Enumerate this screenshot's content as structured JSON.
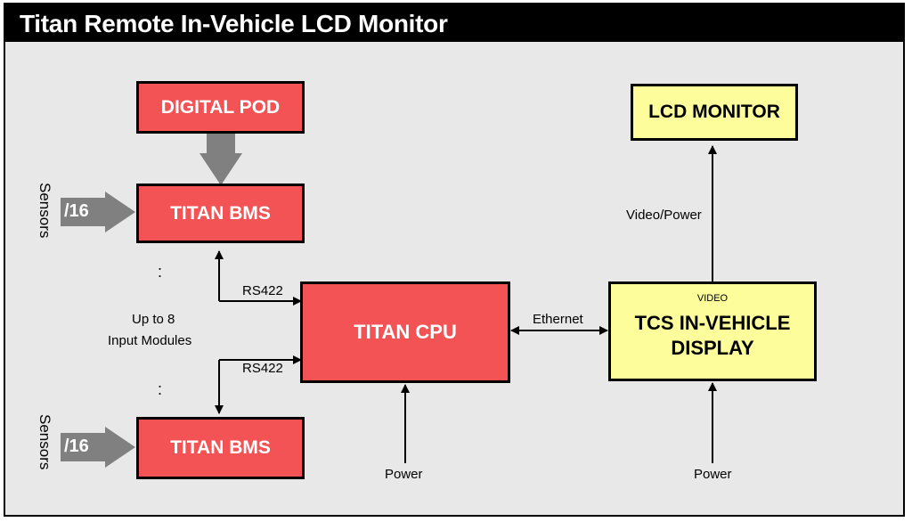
{
  "title": "Titan Remote In-Vehicle LCD Monitor",
  "blocks": {
    "digital_pod": "DIGITAL POD",
    "bms_top": "TITAN BMS",
    "bms_bottom": "TITAN BMS",
    "cpu": "TITAN CPU",
    "display_line1": "TCS IN-VEHICLE",
    "display_line2": "DISPLAY",
    "display_tag": "VIDEO",
    "lcd": "LCD MONITOR"
  },
  "labels": {
    "sensors_top": "Sensors",
    "sensors_bottom": "Sensors",
    "input_count_top": "/16",
    "input_count_bottom": "/16",
    "rs422_top": "RS422",
    "rs422_bottom": "RS422",
    "modules_line1": "Up to 8",
    "modules_line2": "Input Modules",
    "ellipsis_top": ":",
    "ellipsis_bottom": ":",
    "ethernet": "Ethernet",
    "video_power": "Video/Power",
    "power_cpu": "Power",
    "power_display": "Power"
  },
  "colors": {
    "red_block": "#f35355",
    "yellow_block": "#fdfd9c",
    "arrow_gray": "#808080"
  }
}
